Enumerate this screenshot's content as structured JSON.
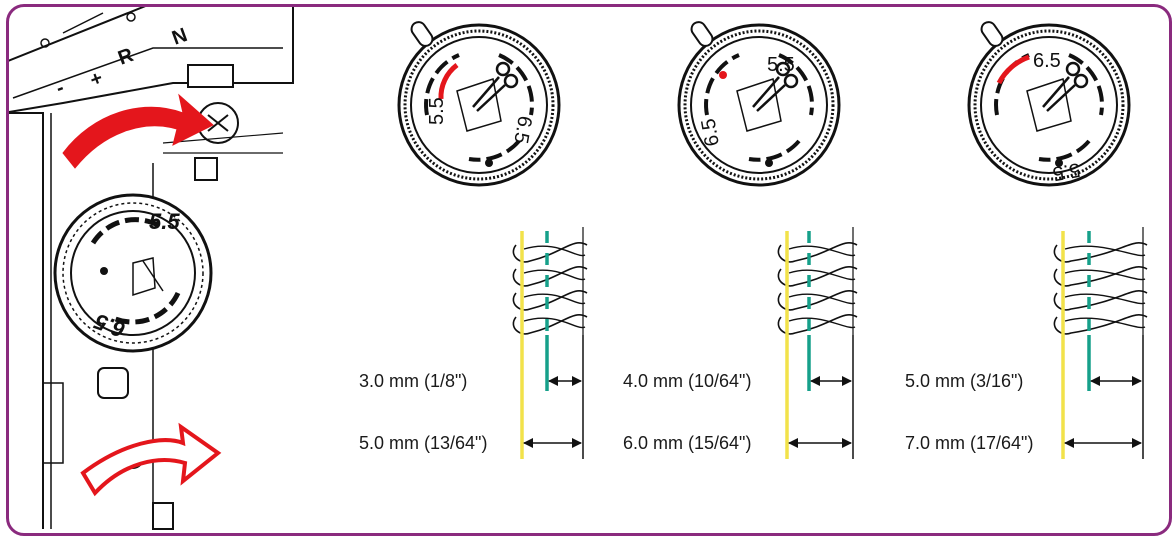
{
  "colors": {
    "frame": "#8a2a7e",
    "arrow_red": "#e4161c",
    "edge_yellow": "#f2e24a",
    "needle_green": "#16a08a",
    "ink": "#111111"
  },
  "machine": {
    "knob_value_top": "5.5",
    "knob_value_bottom": "6.5",
    "panel_marks": [
      "R",
      "N",
      "+",
      "-"
    ]
  },
  "panels": [
    {
      "dial_value_a": "5.5",
      "dial_value_b": "6.5",
      "needle_label": "3.0 mm  (1/8\")",
      "width_label": "5.0 mm (13/64\")"
    },
    {
      "dial_value_a": "6.5",
      "dial_value_b": "5.5",
      "needle_label": "4.0 mm (10/64\")",
      "width_label": "6.0 mm (15/64\")"
    },
    {
      "dial_value_a": "6.5",
      "dial_value_b": "5.5",
      "needle_label": "5.0 mm  (3/16\")",
      "width_label": "7.0 mm (17/64\")"
    }
  ]
}
